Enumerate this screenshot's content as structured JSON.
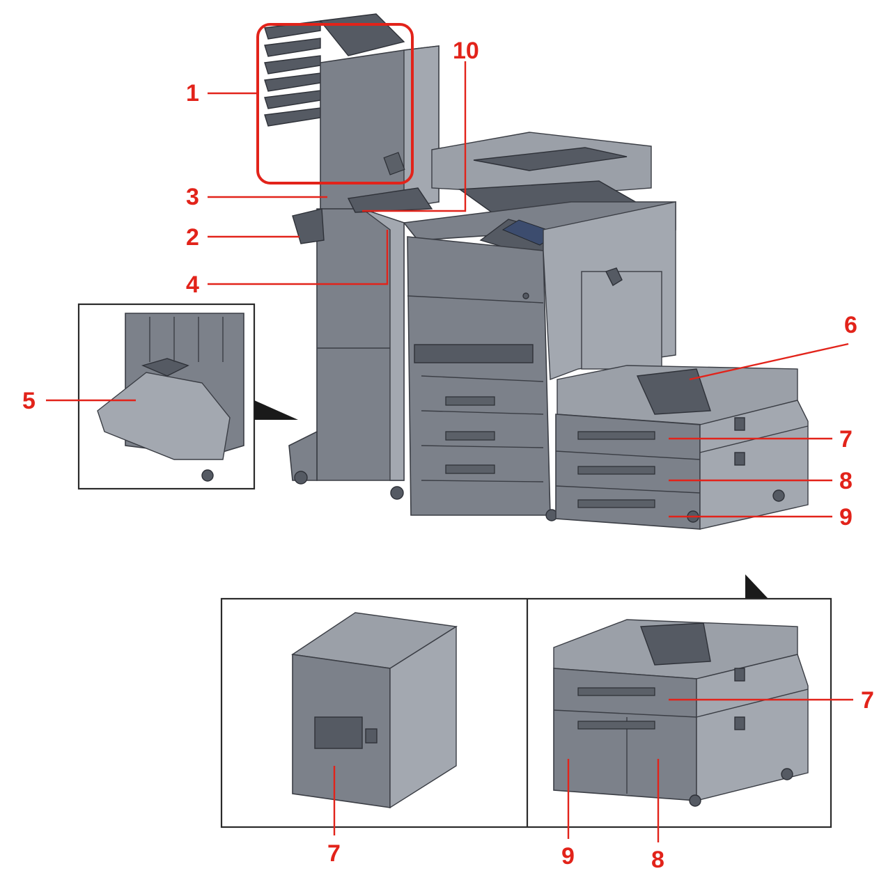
{
  "callouts": {
    "c1": "1",
    "c2": "2",
    "c3": "3",
    "c4": "4",
    "c5": "5",
    "c6": "6",
    "c7": "7",
    "c8": "8",
    "c9": "9",
    "c10": "10",
    "inset_left_7": "7",
    "inset_right_7": "7",
    "inset_right_9": "9",
    "inset_right_8": "8"
  },
  "colors": {
    "callout": "#e2231a",
    "machine_body": "#7c818a",
    "outline": "#3a3d44"
  }
}
